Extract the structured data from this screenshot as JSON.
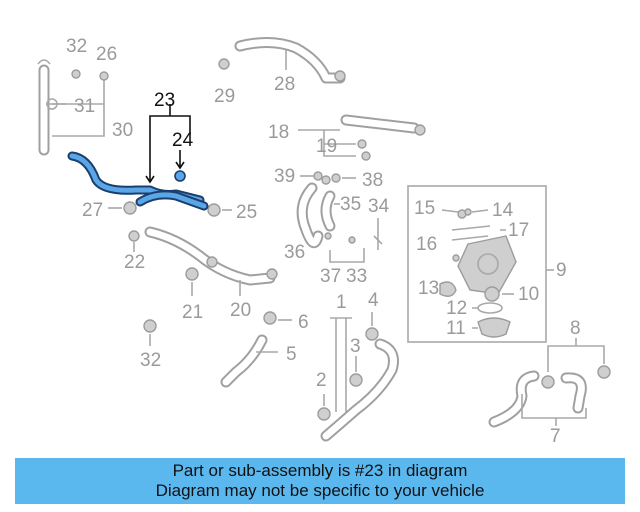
{
  "diagram": {
    "highlight_label": "23",
    "highlight_sub_label": "24",
    "labels": [
      "32",
      "26",
      "31",
      "30",
      "29",
      "28",
      "18",
      "19",
      "39",
      "38",
      "27",
      "25",
      "22",
      "21",
      "20",
      "32",
      "36",
      "35",
      "34",
      "37",
      "33",
      "15",
      "14",
      "17",
      "16",
      "9",
      "13",
      "10",
      "12",
      "11",
      "6",
      "5",
      "1",
      "4",
      "3",
      "2",
      "8",
      "7"
    ]
  },
  "banner": {
    "line1": "Part or sub-assembly is #23 in diagram",
    "line2": "Diagram may not be specific to your vehicle"
  },
  "colors": {
    "highlight": "#5aa6e6",
    "banner": "#5bb8ee",
    "lines": "#a8a8a8"
  }
}
